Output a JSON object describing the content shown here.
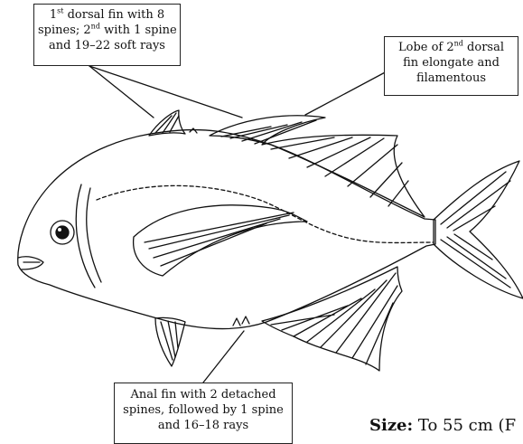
{
  "labels": {
    "dorsal": {
      "line1_pre": "1",
      "line1_sup": "st",
      "line1_post": " dorsal fin with 8",
      "line2_pre": "spines; 2",
      "line2_sup": "nd",
      "line2_post": " with 1 spine",
      "line3": "and 19–22 soft rays"
    },
    "lobe": {
      "line1_pre": "Lobe of 2",
      "line1_sup": "nd",
      "line1_post": " dorsal",
      "line2": "fin elongate and",
      "line3": "filamentous"
    },
    "anal": {
      "line1": "Anal fin with 2 detached",
      "line2": "spines, followed by 1 spine",
      "line3": "and 16–18 rays"
    }
  },
  "size_note": {
    "label": "Size:",
    "text": " To 55 cm (F"
  },
  "colors": {
    "ink": "#111111",
    "background": "#ffffff"
  }
}
